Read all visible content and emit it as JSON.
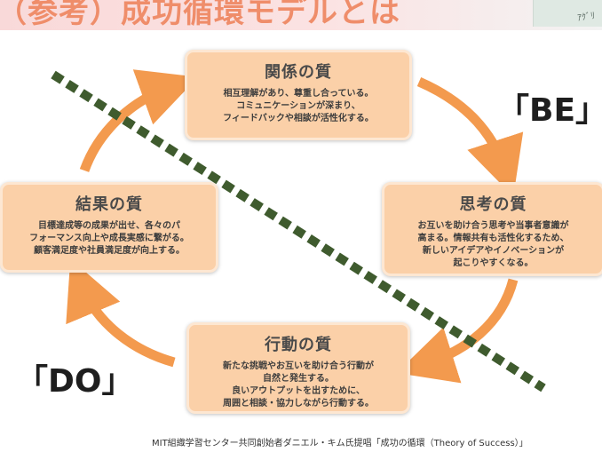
{
  "header": {
    "title": "（参考）成功循環モデルとは",
    "sticky_note": "ｱｸﾞﾘ"
  },
  "diagram": {
    "boxes": [
      {
        "id": "relationship",
        "title": "関係の質",
        "lines": [
          "相互理解があり、尊重し合っている。",
          "コミュニケーションが深まり、",
          "フィードバックや相談が活性化する。"
        ]
      },
      {
        "id": "thinking",
        "title": "思考の質",
        "lines": [
          "お互いを助け合う思考や当事者意識が",
          "高まる。情報共有も活性化するため、",
          "新しいアイデアやイノベーションが",
          "起こりやすくなる。"
        ]
      },
      {
        "id": "action",
        "title": "行動の質",
        "lines": [
          "新たな挑戦やお互いを助け合う行動が",
          "自然と発生する。",
          "良いアウトプットを出すために、",
          "周囲と相談・協力しながら行動する。"
        ]
      },
      {
        "id": "result",
        "title": "結果の質",
        "lines": [
          "目標達成等の成果が出せ、各々のパ",
          "フォーマンス向上や成長実感に繋がる。",
          "顧客満足度や社員満足度が向上する。"
        ]
      }
    ],
    "be_label": "「BE」",
    "do_label": "「DO」",
    "arrow_color": "#f39a4e",
    "divider_color": "#3f5b2e"
  },
  "footnote": "MIT組織学習センター共同創始者ダニエル・キム氏提唱「成功の循環（Theory of Success）」"
}
